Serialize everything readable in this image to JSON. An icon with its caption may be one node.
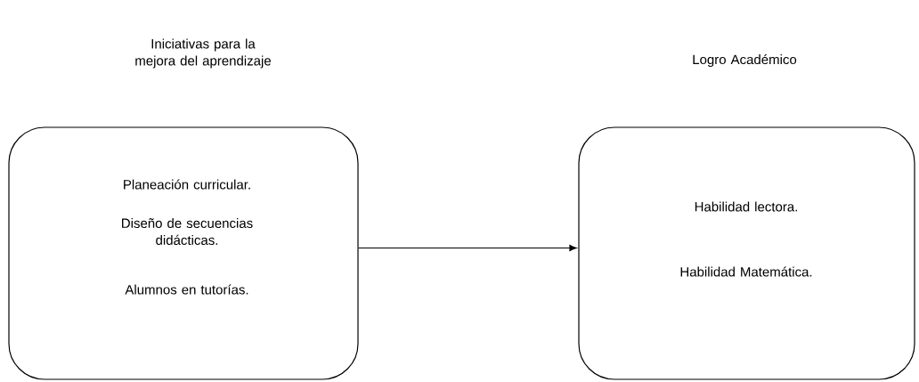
{
  "diagram": {
    "nodes": [
      {
        "text": [
          "Iniciativas para la mejora del aprendizaje",
          "Planeación curricular.",
          "Diseño de secuencias didácticas.",
          "Alumnos en tutorías."
        ]
      },
      {
        "text": [
          "Logro Académico",
          "Habilidad lectora.",
          "Habilidad Matemática."
        ]
      }
    ],
    "edges": [
      {
        "from": 0,
        "to": 1,
        "arrow": "to"
      }
    ]
  }
}
